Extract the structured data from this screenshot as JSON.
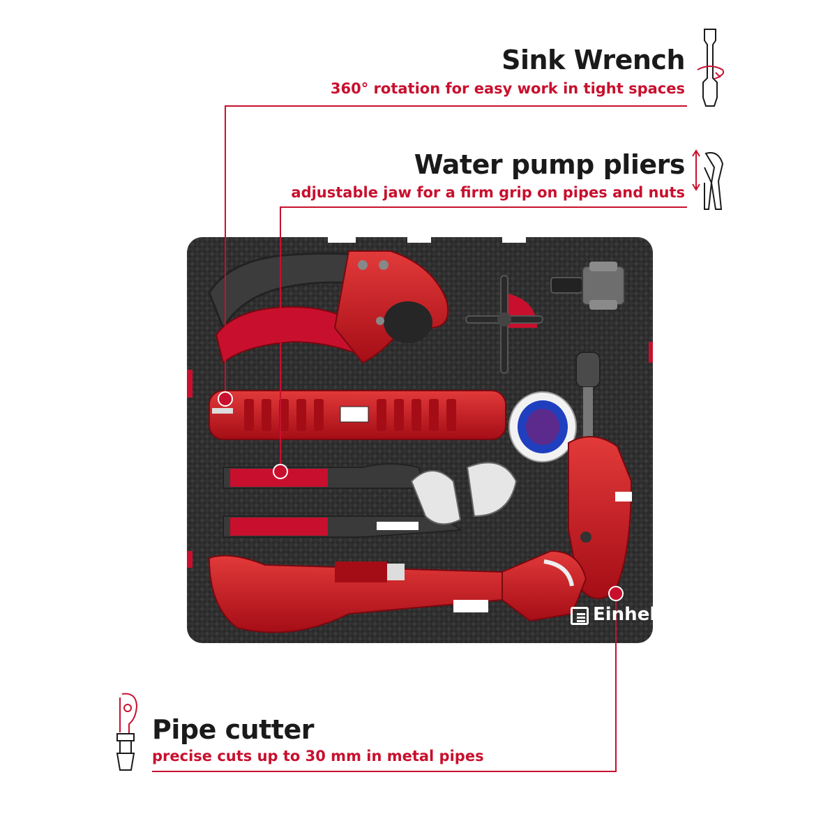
{
  "callouts": [
    {
      "id": "sink-wrench",
      "title": "Sink Wrench",
      "subtitle": "360° rotation for easy work in tight spaces",
      "icon": "sink-wrench-rotation-icon"
    },
    {
      "id": "water-pump-pliers",
      "title": "Water pump pliers",
      "subtitle": "adjustable jaw for a firm grip on pipes and nuts",
      "icon": "water-pump-pliers-icon"
    },
    {
      "id": "pipe-cutter",
      "title": "Pipe cutter",
      "subtitle": "precise cuts up to 30 mm in metal pipes",
      "icon": "pipe-cutter-icon"
    }
  ],
  "brand": {
    "name": "Einhell",
    "color": "#c8102e"
  },
  "colors": {
    "accent": "#c8102e",
    "foam": "#2b2b2b",
    "text": "#1a1a1a"
  }
}
